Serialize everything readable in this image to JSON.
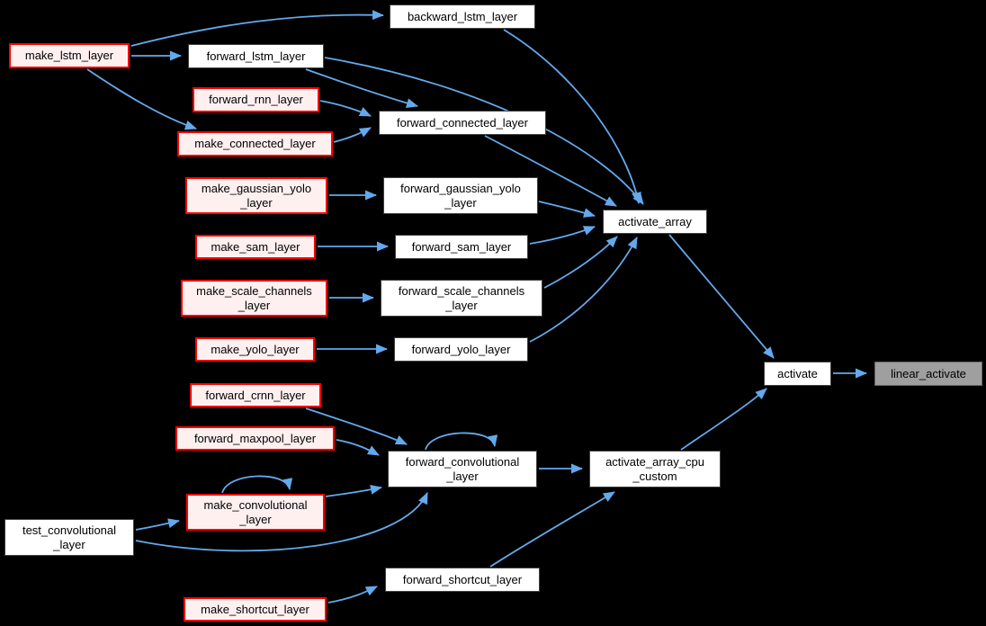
{
  "diagram_type": "doxygen-call-graph",
  "colors": {
    "background": "#000000",
    "edge": "#63a9ec",
    "plain_fill": "#ffffff",
    "plain_border": "#404040",
    "red_fill": "#fff0f0",
    "red_border": "#ff0000",
    "target_fill": "#9f9f9f",
    "target_border": "#646464",
    "text": "#000000"
  },
  "nodes": [
    {
      "id": "backward_lstm_layer",
      "label": "backward_lstm_layer",
      "kind": "plain"
    },
    {
      "id": "make_lstm_layer",
      "label": "make_lstm_layer",
      "kind": "red"
    },
    {
      "id": "forward_lstm_layer",
      "label": "forward_lstm_layer",
      "kind": "plain"
    },
    {
      "id": "forward_rnn_layer",
      "label": "forward_rnn_layer",
      "kind": "red"
    },
    {
      "id": "make_connected_layer",
      "label": "make_connected_layer",
      "kind": "red"
    },
    {
      "id": "forward_connected_layer",
      "label": "forward_connected_layer",
      "kind": "plain"
    },
    {
      "id": "make_gaussian_yolo_layer",
      "label": "make_gaussian_yolo\n_layer",
      "kind": "red"
    },
    {
      "id": "forward_gaussian_yolo_layer",
      "label": "forward_gaussian_yolo\n_layer",
      "kind": "plain"
    },
    {
      "id": "make_sam_layer",
      "label": "make_sam_layer",
      "kind": "red"
    },
    {
      "id": "forward_sam_layer",
      "label": "forward_sam_layer",
      "kind": "plain"
    },
    {
      "id": "make_scale_channels_layer",
      "label": "make_scale_channels\n_layer",
      "kind": "red"
    },
    {
      "id": "forward_scale_channels_layer",
      "label": "forward_scale_channels\n_layer",
      "kind": "plain"
    },
    {
      "id": "make_yolo_layer",
      "label": "make_yolo_layer",
      "kind": "red"
    },
    {
      "id": "forward_yolo_layer",
      "label": "forward_yolo_layer",
      "kind": "plain"
    },
    {
      "id": "activate_array",
      "label": "activate_array",
      "kind": "plain"
    },
    {
      "id": "forward_crnn_layer",
      "label": "forward_crnn_layer",
      "kind": "red"
    },
    {
      "id": "forward_maxpool_layer",
      "label": "forward_maxpool_layer",
      "kind": "red"
    },
    {
      "id": "make_convolutional_layer",
      "label": "make_convolutional\n_layer",
      "kind": "red"
    },
    {
      "id": "test_convolutional_layer",
      "label": "test_convolutional\n_layer",
      "kind": "plain"
    },
    {
      "id": "forward_convolutional_layer",
      "label": "forward_convolutional\n_layer",
      "kind": "plain"
    },
    {
      "id": "activate_array_cpu_custom",
      "label": "activate_array_cpu\n_custom",
      "kind": "plain"
    },
    {
      "id": "forward_shortcut_layer",
      "label": "forward_shortcut_layer",
      "kind": "plain"
    },
    {
      "id": "make_shortcut_layer",
      "label": "make_shortcut_layer",
      "kind": "red"
    },
    {
      "id": "activate",
      "label": "activate",
      "kind": "plain"
    },
    {
      "id": "linear_activate",
      "label": "linear_activate",
      "kind": "target"
    }
  ],
  "edges": [
    {
      "from": "make_lstm_layer",
      "to": "backward_lstm_layer"
    },
    {
      "from": "make_lstm_layer",
      "to": "forward_lstm_layer"
    },
    {
      "from": "make_lstm_layer",
      "to": "make_connected_layer"
    },
    {
      "from": "backward_lstm_layer",
      "to": "activate_array"
    },
    {
      "from": "forward_lstm_layer",
      "to": "activate_array"
    },
    {
      "from": "forward_lstm_layer",
      "to": "forward_connected_layer"
    },
    {
      "from": "forward_rnn_layer",
      "to": "forward_connected_layer"
    },
    {
      "from": "make_connected_layer",
      "to": "forward_connected_layer"
    },
    {
      "from": "forward_connected_layer",
      "to": "activate_array"
    },
    {
      "from": "make_gaussian_yolo_layer",
      "to": "forward_gaussian_yolo_layer"
    },
    {
      "from": "forward_gaussian_yolo_layer",
      "to": "activate_array"
    },
    {
      "from": "make_sam_layer",
      "to": "forward_sam_layer"
    },
    {
      "from": "forward_sam_layer",
      "to": "activate_array"
    },
    {
      "from": "make_scale_channels_layer",
      "to": "forward_scale_channels_layer"
    },
    {
      "from": "forward_scale_channels_layer",
      "to": "activate_array"
    },
    {
      "from": "make_yolo_layer",
      "to": "forward_yolo_layer"
    },
    {
      "from": "forward_yolo_layer",
      "to": "activate_array"
    },
    {
      "from": "activate_array",
      "to": "activate"
    },
    {
      "from": "forward_crnn_layer",
      "to": "forward_convolutional_layer"
    },
    {
      "from": "forward_maxpool_layer",
      "to": "forward_convolutional_layer"
    },
    {
      "from": "make_convolutional_layer",
      "to": "forward_convolutional_layer"
    },
    {
      "from": "make_convolutional_layer",
      "to": "make_convolutional_layer"
    },
    {
      "from": "forward_convolutional_layer",
      "to": "forward_convolutional_layer"
    },
    {
      "from": "test_convolutional_layer",
      "to": "make_convolutional_layer"
    },
    {
      "from": "test_convolutional_layer",
      "to": "forward_convolutional_layer"
    },
    {
      "from": "forward_convolutional_layer",
      "to": "activate_array_cpu_custom"
    },
    {
      "from": "forward_shortcut_layer",
      "to": "activate_array_cpu_custom"
    },
    {
      "from": "make_shortcut_layer",
      "to": "forward_shortcut_layer"
    },
    {
      "from": "activate_array_cpu_custom",
      "to": "activate"
    },
    {
      "from": "activate",
      "to": "linear_activate"
    }
  ]
}
